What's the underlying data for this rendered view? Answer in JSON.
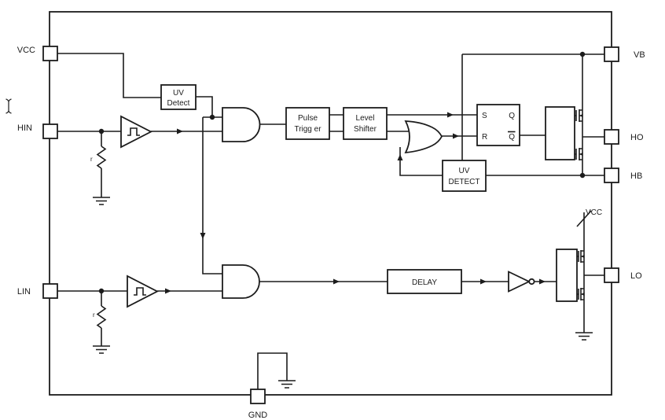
{
  "diagram_title": "half-bridge-gate-driver-block-diagram",
  "pins": {
    "vcc": "VCC",
    "hin": "HIN",
    "lin": "LIN",
    "gnd": "GND",
    "vb": "VB",
    "ho": "HO",
    "hb": "HB",
    "lo": "LO"
  },
  "blocks": {
    "uv_detect_input": {
      "line1": "UV",
      "line2": "Detect"
    },
    "pulse_trigger": {
      "line1": "Pulse",
      "line2": "Trigg er"
    },
    "level_shifter": {
      "line1": "Level",
      "line2": "Shifter"
    },
    "uv_detect_highside": {
      "line1": "UV",
      "line2": "DETECT"
    },
    "delay": {
      "label": "DELAY"
    },
    "sr_latch": {
      "set": "S",
      "reset": "R",
      "q": "Q",
      "qbar": "Q"
    }
  },
  "labels": {
    "supply_vcc": "VCC",
    "hin_pulldown_resistor": "r",
    "lin_pulldown_resistor": "r"
  },
  "colors": {
    "line": "#1c1c1c",
    "background": "#ffffff"
  }
}
